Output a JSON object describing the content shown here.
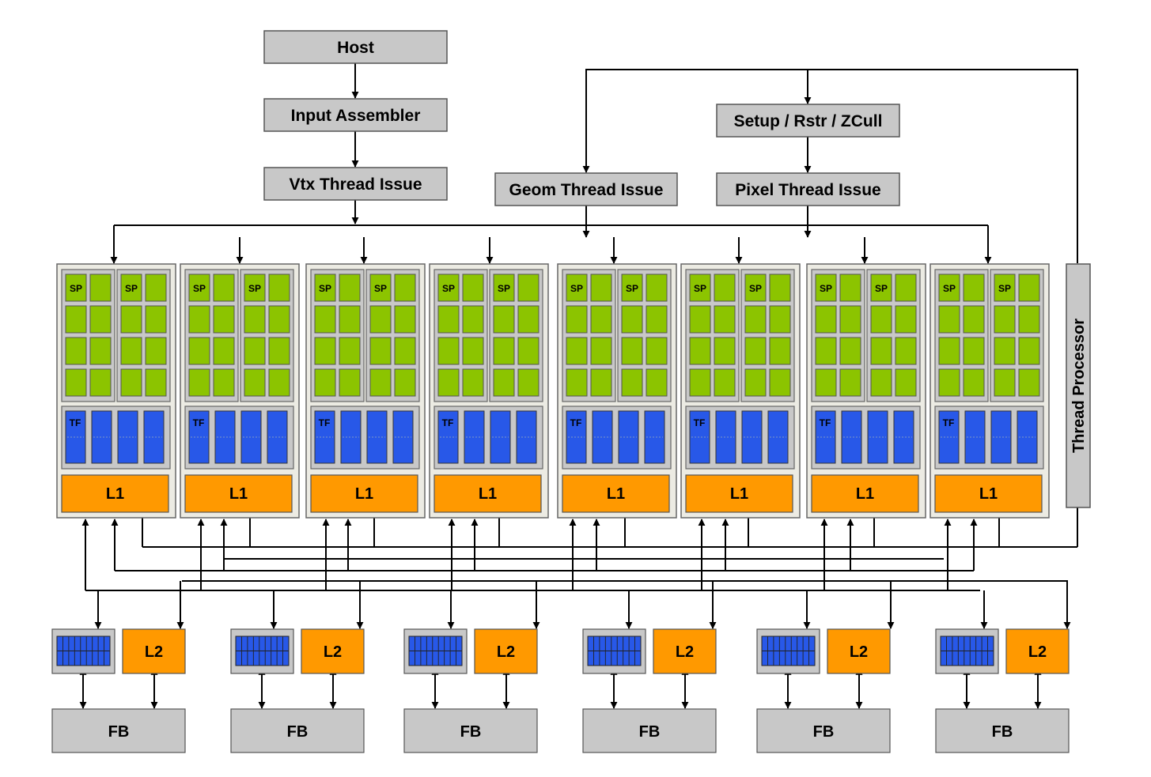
{
  "labels": {
    "host": "Host",
    "input_assembler": "Input Assembler",
    "vtx_thread_issue": "Vtx Thread Issue",
    "geom_thread_issue": "Geom Thread Issue",
    "setup": "Setup / Rstr / ZCull",
    "pixel_thread_issue": "Pixel Thread Issue",
    "thread_processor": "Thread Processor",
    "sp": "SP",
    "tf": "TF",
    "l1": "L1",
    "l2": "L2",
    "fb": "FB"
  },
  "clusters": [
    {
      "id": 1
    },
    {
      "id": 2
    },
    {
      "id": 3
    },
    {
      "id": 4
    },
    {
      "id": 5
    },
    {
      "id": 6
    },
    {
      "id": 7
    },
    {
      "id": 8
    }
  ],
  "partitions": [
    {
      "id": 1
    },
    {
      "id": 2
    },
    {
      "id": 3
    },
    {
      "id": 4
    },
    {
      "id": 5
    },
    {
      "id": 6
    }
  ],
  "colors": {
    "gray_box": "#c8c8c8",
    "cluster_bg": "#ecebe3",
    "sp_green": "#8cc400",
    "tf_blue": "#2858e8",
    "cache_orange": "#ff9900",
    "line": "#000000"
  }
}
